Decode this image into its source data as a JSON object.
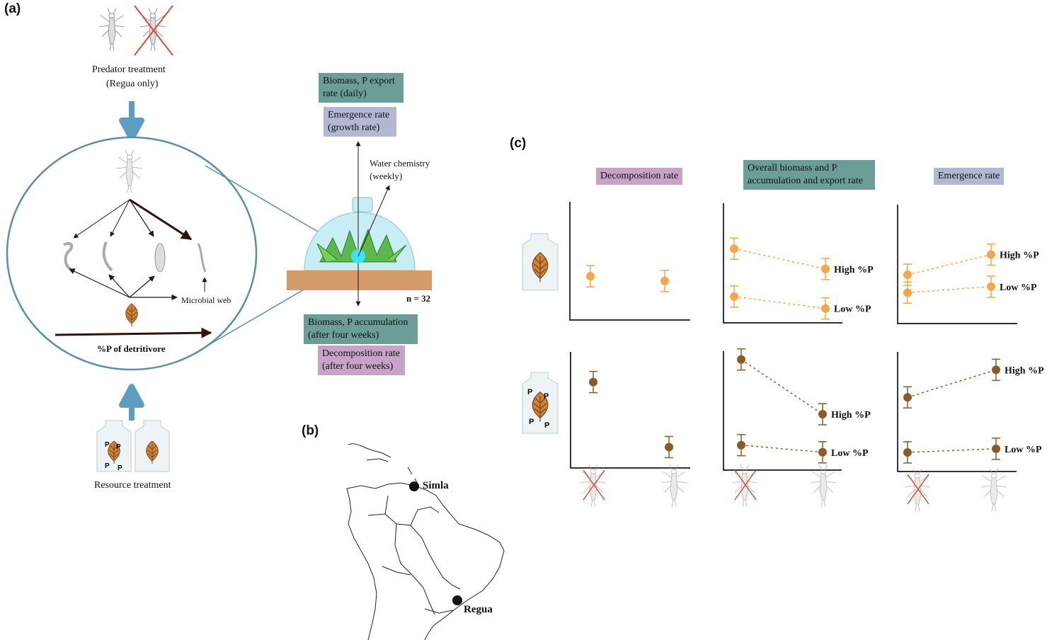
{
  "panels": {
    "a": "(a)",
    "b": "(b)",
    "c": "(c)"
  },
  "panel_a": {
    "predator_treatment": "Predator treatment",
    "predator_treatment_sub": "(Regua only)",
    "microbial_web": "Microbial web",
    "detritivore_p": "%P of detritivore",
    "resource_treatment": "Resource treatment",
    "p_letter": "P",
    "box_biomass_export": "Biomass, P export rate (daily)",
    "box_emergence": "Emergence rate (growth rate)",
    "water_chemistry": "Water chemistry (weekly)",
    "n_label": "n = 32",
    "box_biomass_accum": "Biomass, P accumulation (after four weeks)",
    "box_decomp": "Decomposition rate (after four weeks)"
  },
  "panel_b": {
    "sites": [
      "Simla",
      "Regua"
    ]
  },
  "panel_c": {
    "headers": {
      "decomposition": "Decomposition rate",
      "overall": "Overall biomass and P accumulation and export rate",
      "emergence": "Emergence rate"
    },
    "labels": {
      "high": "High %P",
      "low": "Low %P",
      "p": "P"
    }
  },
  "colors": {
    "teal": "#6a9e96",
    "lavender": "#b4b7d3",
    "purple": "#c7a3c8",
    "orange": "#f5a54a",
    "brown": "#8a5a2b",
    "leaf": "#d2833a",
    "blue_arrow": "#5c9ec2",
    "circle": "#5a8fa8"
  },
  "chart_data": [
    {
      "type": "scatter",
      "panel": "decomposition-low-p",
      "x": [
        "predator absent",
        "predator present"
      ],
      "values": [
        0.37,
        0.33
      ]
    },
    {
      "type": "line",
      "panel": "overall-low-p",
      "x": [
        "predator absent",
        "predator present"
      ],
      "series": [
        {
          "name": "High %P",
          "values": [
            0.62,
            0.45
          ]
        },
        {
          "name": "Low %P",
          "values": [
            0.22,
            0.12
          ]
        }
      ]
    },
    {
      "type": "line",
      "panel": "emergence-low-p",
      "x": [
        "predator absent",
        "predator present"
      ],
      "series": [
        {
          "name": "High %P",
          "values": [
            0.41,
            0.58
          ]
        },
        {
          "name": "Low %P",
          "values": [
            0.26,
            0.31
          ]
        }
      ]
    },
    {
      "type": "scatter",
      "panel": "decomposition-high-p",
      "x": [
        "predator absent",
        "predator present"
      ],
      "values": [
        0.74,
        0.18
      ]
    },
    {
      "type": "line",
      "panel": "overall-high-p",
      "x": [
        "predator absent",
        "predator present"
      ],
      "series": [
        {
          "name": "High %P",
          "values": [
            0.93,
            0.47
          ]
        },
        {
          "name": "Low %P",
          "values": [
            0.21,
            0.15
          ]
        }
      ]
    },
    {
      "type": "line",
      "panel": "emergence-high-p",
      "x": [
        "predator absent",
        "predator present"
      ],
      "series": [
        {
          "name": "High %P",
          "values": [
            0.62,
            0.85
          ]
        },
        {
          "name": "Low %P",
          "values": [
            0.16,
            0.19
          ]
        }
      ]
    }
  ]
}
